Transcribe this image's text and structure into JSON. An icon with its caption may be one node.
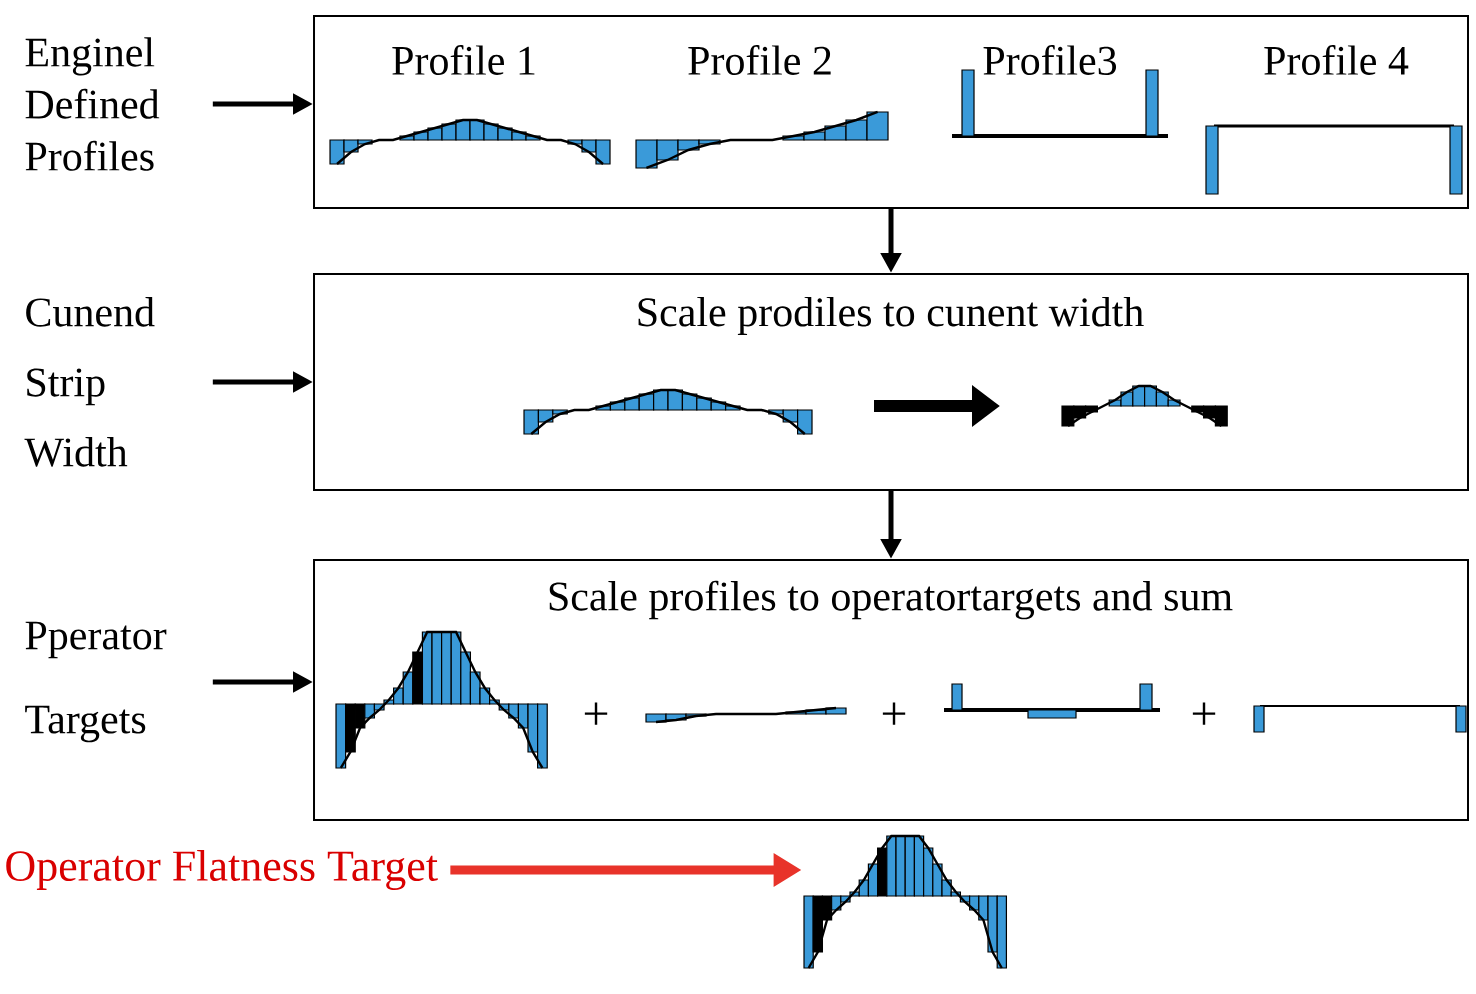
{
  "diagram": {
    "nodes": [
      {
        "text": [
          "Profile 1",
          "Profile 2",
          "Profile3",
          "Profile 4"
        ]
      },
      {
        "text": [
          "Scale prodiles to cunent width"
        ]
      },
      {
        "text": [
          "Scale profiles to operatortargets and sum"
        ]
      },
      {
        "text": [
          "Enginel Defined Profiles"
        ]
      },
      {
        "text": [
          "Cunend Strip Width"
        ]
      },
      {
        "text": [
          "Pperator Targets"
        ]
      },
      {
        "text": [
          "Operator Flatness Target"
        ]
      },
      {
        "text": [],
        "shape": "picture"
      }
    ],
    "edges": [
      {
        "from": 3,
        "to": 0,
        "arrow": "to"
      },
      {
        "from": 0,
        "to": 1,
        "arrow": "to"
      },
      {
        "from": 4,
        "to": 1,
        "arrow": "to"
      },
      {
        "from": 1,
        "to": 2,
        "arrow": "to"
      },
      {
        "from": 5,
        "to": 2,
        "arrow": "to"
      },
      {
        "from": 6,
        "to": 7,
        "arrow": "to",
        "style": "thick",
        "color": "#e8332a"
      }
    ],
    "labels": [
      "+",
      "+",
      "+"
    ]
  }
}
